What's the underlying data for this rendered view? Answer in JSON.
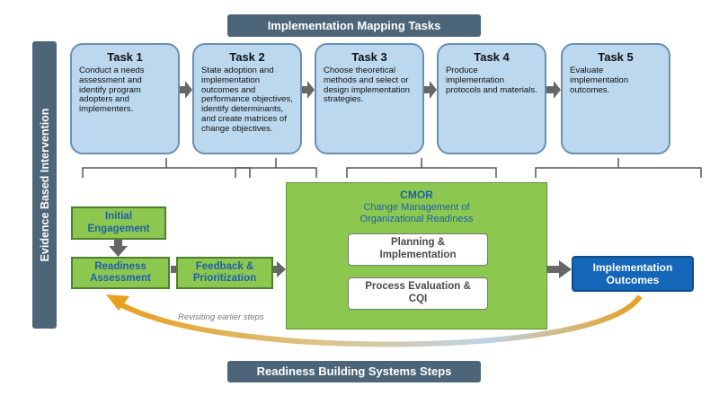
{
  "header": {
    "title": "Implementation Mapping Tasks"
  },
  "side_label": "Evidence Based Intervention",
  "tasks": [
    {
      "title": "Task 1",
      "desc": "Conduct a needs assessment and identify program adopters and implementers."
    },
    {
      "title": "Task 2",
      "desc": "State adoption and implementation outcomes and performance objectives, identify determinants, and create matrices of change objectives."
    },
    {
      "title": "Task 3",
      "desc": "Choose theoretical methods and select or design implementation strategies."
    },
    {
      "title": "Task 4",
      "desc": "Produce implementation protocols and materials."
    },
    {
      "title": "Task 5",
      "desc": "Evaluate implementation outcomes."
    }
  ],
  "steps": {
    "initial": "Initial Engagement",
    "readiness": "Readiness Assessment",
    "feedback": "Feedback & Prioritization"
  },
  "cmor": {
    "title": "CMOR",
    "subtitle": "Change Management of Organizational Readiness",
    "planning": "Planning & Implementation",
    "process": "Process Evaluation & CQI"
  },
  "outcome": "Implementation Outcomes",
  "revisit": "Revisiting earlier steps",
  "footer": {
    "title": "Readiness Building Systems Steps"
  },
  "colors": {
    "banner": "#4d6578",
    "task_fill": "#bcd8ee",
    "task_border": "#6b8fb3",
    "green": "#8cc850",
    "green_text": "#1f5fa8",
    "outcome_fill": "#1466b8",
    "arrow_gray": "#7a7a7a",
    "curve_orange": "#e8a020",
    "curve_blue": "#bcd3e8"
  }
}
